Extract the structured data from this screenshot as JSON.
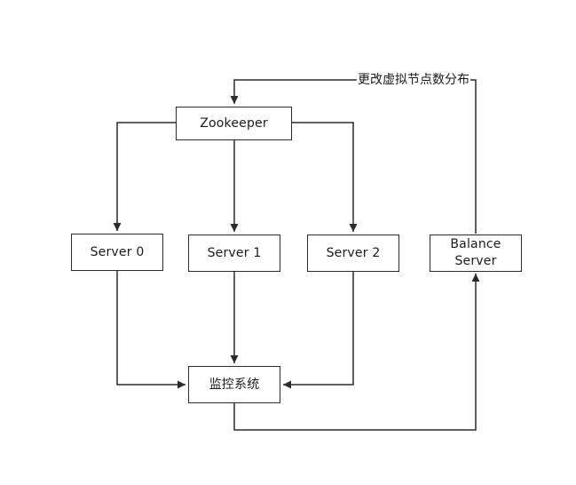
{
  "diagram": {
    "nodes": {
      "zookeeper": "Zookeeper",
      "server0": "Server 0",
      "server1": "Server 1",
      "server2": "Server 2",
      "balance_line1": "Balance",
      "balance_line2": "Server",
      "monitor": "监控系统"
    },
    "edge_labels": {
      "balance_to_zookeeper": "更改虚拟节点数分布"
    },
    "colors": {
      "line": "#2b2b2b",
      "background": "#ffffff"
    }
  }
}
